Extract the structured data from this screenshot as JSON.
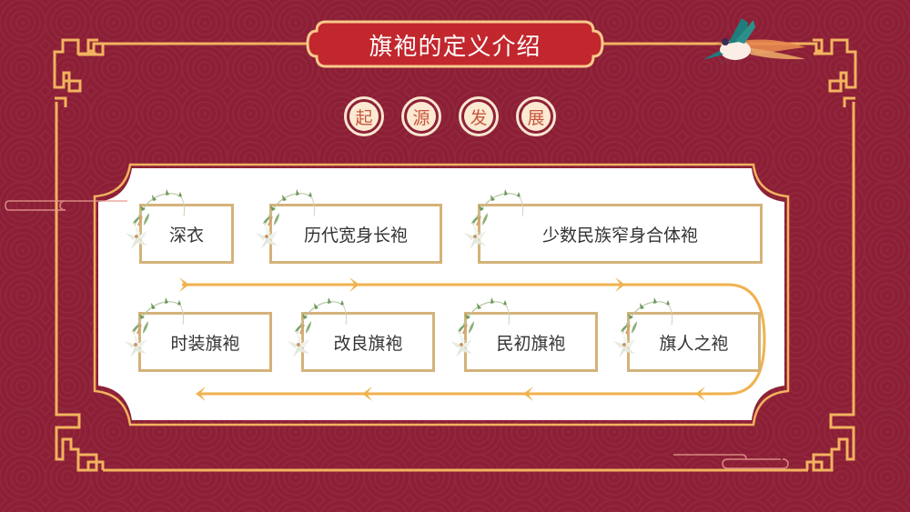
{
  "slide": {
    "title": "旗袍的定义介绍",
    "subtitle_chars": [
      "起",
      "源",
      "发",
      "展"
    ],
    "colors": {
      "background": "#8c1f36",
      "title_fill": "#c1272d",
      "gold": "#f2b35e",
      "panel": "#ffffff",
      "box_border": "#d4b27a",
      "circle_text": "#c9553e",
      "arrow": "#f0b24e"
    }
  },
  "timeline": {
    "row1": [
      {
        "label": "深衣"
      },
      {
        "label": "历代宽身长袍"
      },
      {
        "label": "少数民族窄身合体袍"
      }
    ],
    "row2": [
      {
        "label": "时装旗袍"
      },
      {
        "label": "改良旗袍"
      },
      {
        "label": "民初旗袍"
      },
      {
        "label": "旗人之袍"
      }
    ],
    "flow_direction": "row1 left-to-right, loops right, row2 right-to-left"
  },
  "decorations": {
    "icons": [
      "fret-corner-top-left",
      "fret-corner-top-right",
      "fret-corner-bottom-left",
      "fret-corner-bottom-right",
      "phoenix-bird",
      "lily-flower",
      "cloud-line"
    ]
  }
}
